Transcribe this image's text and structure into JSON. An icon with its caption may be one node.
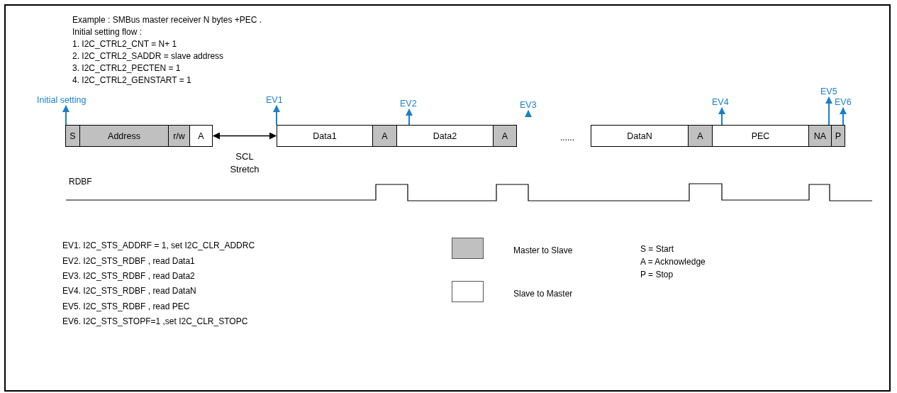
{
  "diagram": {
    "nodes": [
      {
        "text": [
          "S"
        ]
      },
      {
        "text": [
          "Address"
        ]
      },
      {
        "text": [
          "r/w"
        ]
      },
      {
        "text": [
          "A"
        ]
      },
      {
        "text": [
          "Data1"
        ]
      },
      {
        "text": [
          "A"
        ]
      },
      {
        "text": [
          "Data2"
        ]
      },
      {
        "text": [
          "A"
        ]
      },
      {
        "text": [
          "DataN"
        ]
      },
      {
        "text": [
          "A"
        ]
      },
      {
        "text": [
          "PEC"
        ]
      },
      {
        "text": [
          "NA"
        ]
      },
      {
        "text": [
          "P"
        ]
      },
      {
        "text": [
          "Initial setting"
        ]
      },
      {
        "text": [
          "EV1"
        ]
      },
      {
        "text": [
          "EV2"
        ]
      },
      {
        "text": [
          "EV3"
        ]
      },
      {
        "text": [
          "EV4"
        ]
      },
      {
        "text": [
          "EV5"
        ]
      },
      {
        "text": [
          "EV6"
        ]
      }
    ],
    "edges": [
      {
        "from": 0,
        "to": 13,
        "arrow": "to"
      },
      {
        "from": 4,
        "to": 14,
        "arrow": "to"
      },
      {
        "from": 6,
        "to": 15,
        "arrow": "to"
      },
      {
        "from": null,
        "to": 16,
        "arrow": "to"
      },
      {
        "from": 10,
        "to": 17,
        "arrow": "to"
      },
      {
        "from": 11,
        "to": 18,
        "arrow": "to"
      },
      {
        "from": 12,
        "to": 19,
        "arrow": "to"
      },
      {
        "from": 3,
        "to": 4,
        "arrow": "both",
        "label": "SCL Stretch",
        "color": "#000000"
      }
    ],
    "labels": [
      "Example : SMBus master receiver N bytes +PEC .",
      "Initial setting flow :",
      "1. I2C_CTRL2_CNT = N+ 1",
      "2. I2C_CTRL2_SADDR = slave address",
      "3. I2C_CTRL2_PECTEN = 1",
      "4. I2C_CTRL2_GENSTART = 1",
      "......",
      "RDBF",
      "EV1. I2C_STS_ADDRF = 1, set I2C_CLR_ADDRC",
      "EV2. I2C_STS_RDBF , read Data1",
      "EV3. I2C_STS_RDBF , read Data2",
      "EV4. I2C_STS_RDBF , read DataN",
      "EV5. I2C_STS_RDBF , read PEC",
      "EV6. I2C_STS_STOPF=1 ,set I2C_CLR_STOPC",
      "S = Start",
      "A = Acknowledge",
      "P = Stop"
    ],
    "legend": [
      {
        "text": "Master to Slave",
        "color": "#c0c0c0"
      },
      {
        "text": "Slave to Master",
        "color": "#ffffff"
      }
    ]
  }
}
